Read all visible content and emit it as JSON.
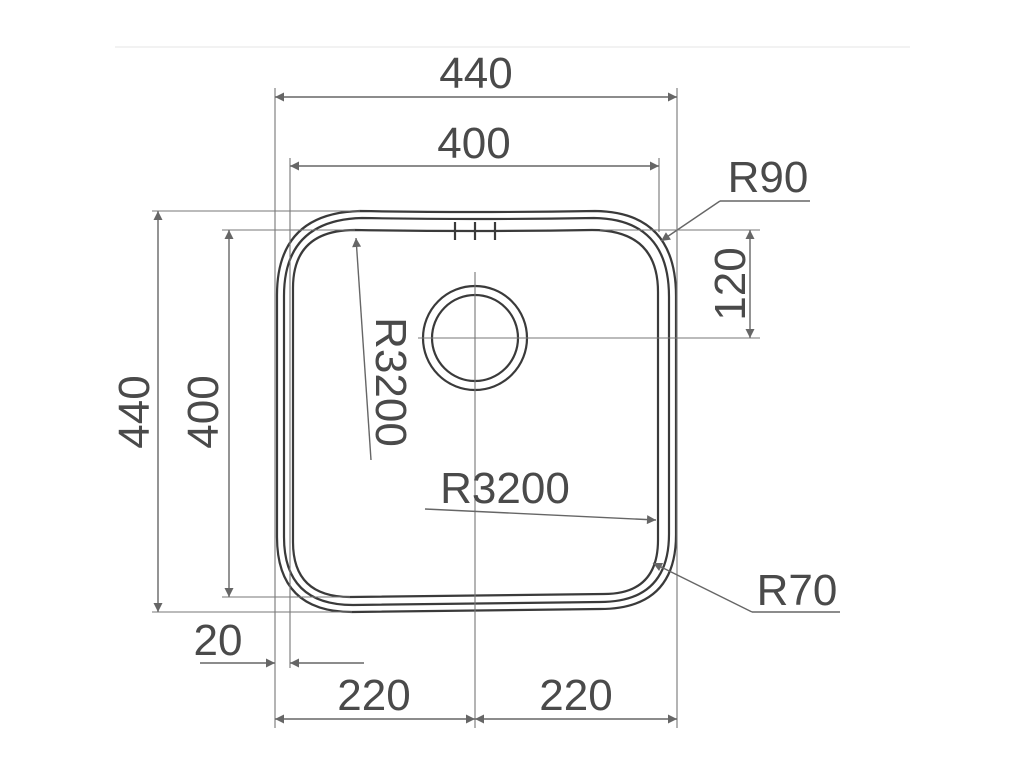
{
  "colors": {
    "line": "#666666",
    "outline": "#3a3a3a",
    "text": "#4a4a4a",
    "background": "#ffffff"
  },
  "labels": {
    "outer_width": "440",
    "inner_width": "400",
    "outer_height": "440",
    "inner_height": "400",
    "corner_outer": "R90",
    "corner_inner": "R70",
    "drain_offset": "120",
    "side_radius": "R3200",
    "bottom_radius": "R3200",
    "flange": "20",
    "half_left": "220",
    "half_right": "220"
  }
}
